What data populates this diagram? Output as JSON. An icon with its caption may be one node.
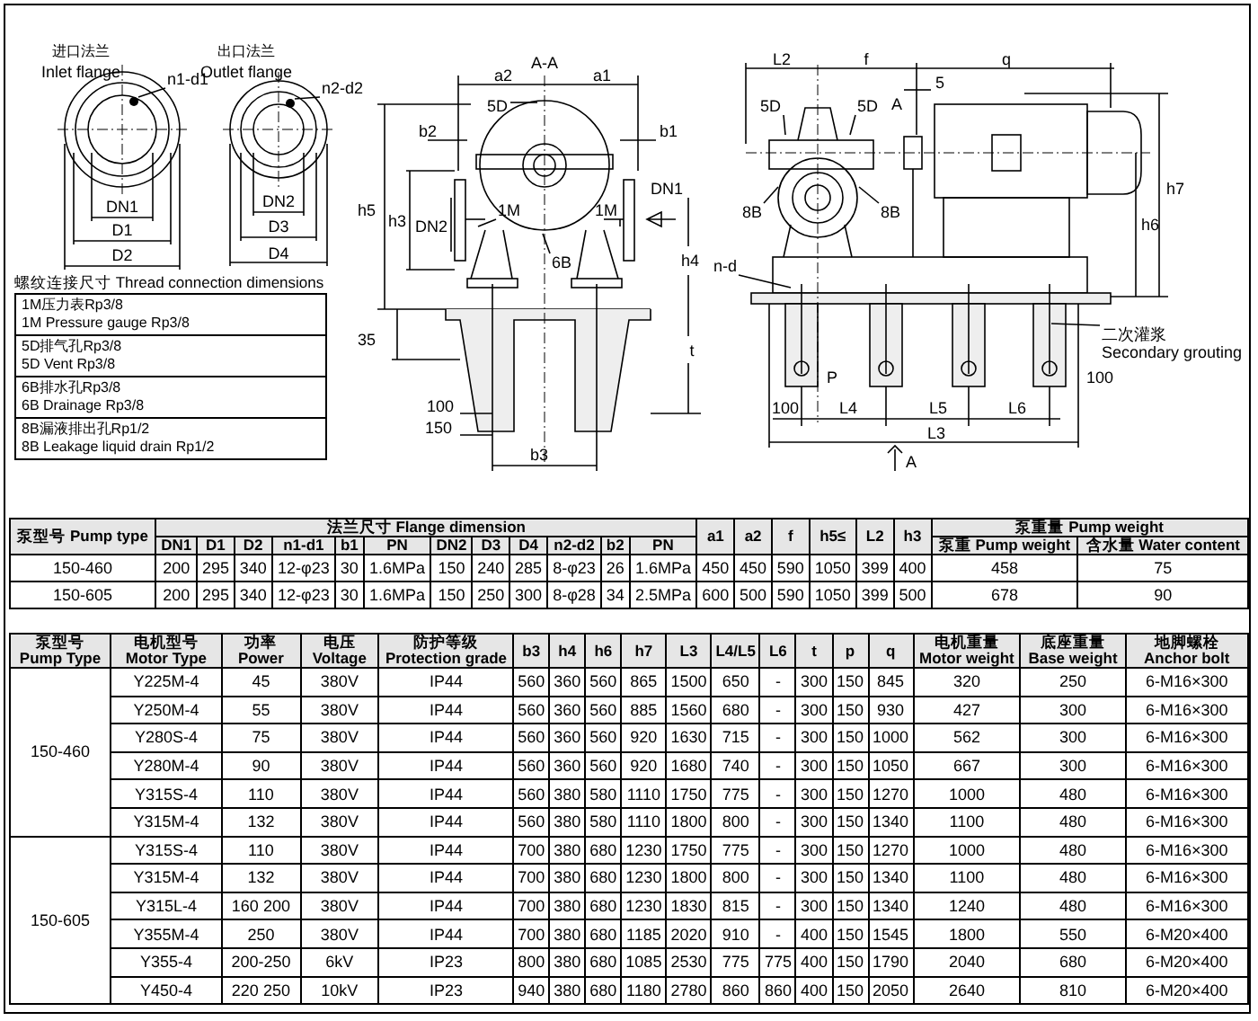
{
  "diagram": {
    "nodes": [
      {
        "text": [
          "n1-d1"
        ]
      },
      {
        "text": [
          "n2-d2"
        ]
      },
      {
        "text": [
          "5D"
        ]
      },
      {
        "text": [
          "1M"
        ]
      },
      {
        "text": [
          "1M"
        ]
      },
      {
        "text": [
          "6B"
        ]
      },
      {
        "text": [
          "5D"
        ]
      },
      {
        "text": [
          "5D"
        ]
      },
      {
        "text": [
          "8B"
        ]
      },
      {
        "text": [
          "8B"
        ]
      },
      {
        "text": [
          "n-d"
        ]
      },
      {
        "text": [
          "二次灌浆",
          "Secondary grouting"
        ]
      },
      {
        "text": [],
        "shape": "circle"
      },
      {
        "text": [],
        "shape": "circle"
      }
    ],
    "edges": [
      {
        "from": 0,
        "to": 12,
        "arrow": "none"
      },
      {
        "from": 1,
        "to": 13,
        "arrow": "none"
      },
      {
        "from": 2,
        "to": null,
        "arrow": "none"
      },
      {
        "from": 3,
        "to": null,
        "arrow": "none"
      },
      {
        "from": 4,
        "to": null,
        "arrow": "none"
      },
      {
        "from": 5,
        "to": null,
        "arrow": "none"
      },
      {
        "from": 6,
        "to": null,
        "arrow": "none"
      },
      {
        "from": 7,
        "to": null,
        "arrow": "none"
      },
      {
        "from": 8,
        "to": null,
        "arrow": "none"
      },
      {
        "from": 9,
        "to": null,
        "arrow": "none"
      },
      {
        "from": 10,
        "to": null,
        "arrow": "none"
      },
      {
        "from": 11,
        "to": null,
        "arrow": "none"
      }
    ],
    "labels": [
      "进口法兰",
      "Inlet flange",
      "出口法兰",
      "Outlet flange",
      "DN1",
      "D1",
      "D2",
      "DN2",
      "D3",
      "D4",
      "A-A",
      "a2",
      "a1",
      "b2",
      "h5",
      "h3",
      "DN2",
      "35",
      "100",
      "150",
      "b3",
      "b1",
      "DN1",
      "h4",
      "t",
      "L2",
      "f",
      "q",
      "5",
      "A",
      "h7",
      "h6",
      "P",
      "100",
      "L4",
      "L5",
      "L6",
      "100",
      "L3",
      "A",
      "螺纹连接尺寸 Thread connection dimensions",
      "1M压力表Rp3/8",
      "1M Pressure gauge Rp3/8",
      "5D排气孔Rp3/8",
      "5D Vent Rp3/8",
      "6B排水孔Rp3/8",
      "6B Drainage Rp3/8",
      "8B漏液排出孔Rp1/2",
      "8B Leakage liquid drain Rp1/2",
      "泵型号 Pump type",
      "法兰尺寸 Flange dimension",
      "a1",
      "a2",
      "f",
      "h5≤",
      "L2",
      "h3",
      "泵重量 Pump weight",
      "DN1",
      "D1",
      "D2",
      "n1-d1",
      "b1",
      "PN",
      "DN2",
      "D3",
      "D4",
      "n2-d2",
      "b2",
      "PN",
      "泵重 Pump weight",
      "含水量 Water content",
      "150-460",
      "200",
      "295",
      "340",
      "12-φ23",
      "30",
      "1.6MPa",
      "150",
      "240",
      "285",
      "8-φ23",
      "26",
      "1.6MPa",
      "450",
      "450",
      "590",
      "1050",
      "399",
      "400",
      "458",
      "75",
      "150-605",
      "200",
      "295",
      "340",
      "12-φ23",
      "30",
      "1.6MPa",
      "150",
      "250",
      "300",
      "8-φ28",
      "34",
      "2.5MPa",
      "600",
      "500",
      "590",
      "1050",
      "399",
      "500",
      "678",
      "90",
      "泵型号 Pump Type",
      "电机型号 Motor Type",
      "功率 Power",
      "电压 Voltage",
      "防护等级 Protection grade",
      "b3",
      "h4",
      "h6",
      "h7",
      "L3",
      "L4/L5",
      "L6",
      "t",
      "p",
      "q",
      "电机重量 Motor weight",
      "底座重量 Base weight",
      "地脚螺栓 Anchor bolt",
      "150-460",
      "Y225M-4",
      "45",
      "380V",
      "IP44",
      "560",
      "360",
      "560",
      "865",
      "1500",
      "650",
      "-",
      "300",
      "150",
      "845",
      "320",
      "250",
      "6-M16×300",
      "Y250M-4",
      "55",
      "380V",
      "IP44",
      "560",
      "360",
      "560",
      "885",
      "1560",
      "680",
      "-",
      "300",
      "150",
      "930",
      "427",
      "300",
      "6-M16×300",
      "Y280S-4",
      "75",
      "380V",
      "IP44",
      "560",
      "360",
      "560",
      "920",
      "1630",
      "715",
      "-",
      "300",
      "150",
      "1000",
      "562",
      "300",
      "6-M16×300",
      "Y280M-4",
      "90",
      "380V",
      "IP44",
      "560",
      "360",
      "560",
      "920",
      "1680",
      "740",
      "-",
      "300",
      "150",
      "1050",
      "667",
      "300",
      "6-M16×300",
      "Y315S-4",
      "110",
      "380V",
      "IP44",
      "560",
      "380",
      "580",
      "1110",
      "1750",
      "775",
      "-",
      "300",
      "150",
      "1270",
      "1000",
      "480",
      "6-M16×300",
      "Y315M-4",
      "132",
      "380V",
      "IP44",
      "560",
      "380",
      "580",
      "1110",
      "1800",
      "800",
      "-",
      "300",
      "150",
      "1340",
      "1100",
      "480",
      "6-M16×300",
      "150-605",
      "Y315S-4",
      "110",
      "380V",
      "IP44",
      "700",
      "380",
      "680",
      "1230",
      "1750",
      "775",
      "-",
      "300",
      "150",
      "1270",
      "1000",
      "480",
      "6-M16×300",
      "Y315M-4",
      "132",
      "380V",
      "IP44",
      "700",
      "380",
      "680",
      "1230",
      "1800",
      "800",
      "-",
      "300",
      "150",
      "1340",
      "1100",
      "480",
      "6-M16×300",
      "Y315L-4",
      "160 200",
      "380V",
      "IP44",
      "700",
      "380",
      "680",
      "1230",
      "1830",
      "815",
      "-",
      "300",
      "150",
      "1340",
      "1240",
      "480",
      "6-M16×300",
      "Y355M-4",
      "250",
      "380V",
      "IP44",
      "700",
      "380",
      "680",
      "1185",
      "2020",
      "910",
      "-",
      "400",
      "150",
      "1545",
      "1800",
      "550",
      "6-M20×400",
      "Y355-4",
      "200-250",
      "6kV",
      "IP23",
      "800",
      "380",
      "680",
      "1085",
      "2530",
      "775",
      "775",
      "400",
      "150",
      "1790",
      "2040",
      "680",
      "6-M20×400",
      "Y450-4",
      "220 250",
      "10kV",
      "IP23",
      "940",
      "380",
      "680",
      "1180",
      "2780",
      "860",
      "860",
      "400",
      "150",
      "2050",
      "2640",
      "810",
      "6-M20×400"
    ]
  }
}
